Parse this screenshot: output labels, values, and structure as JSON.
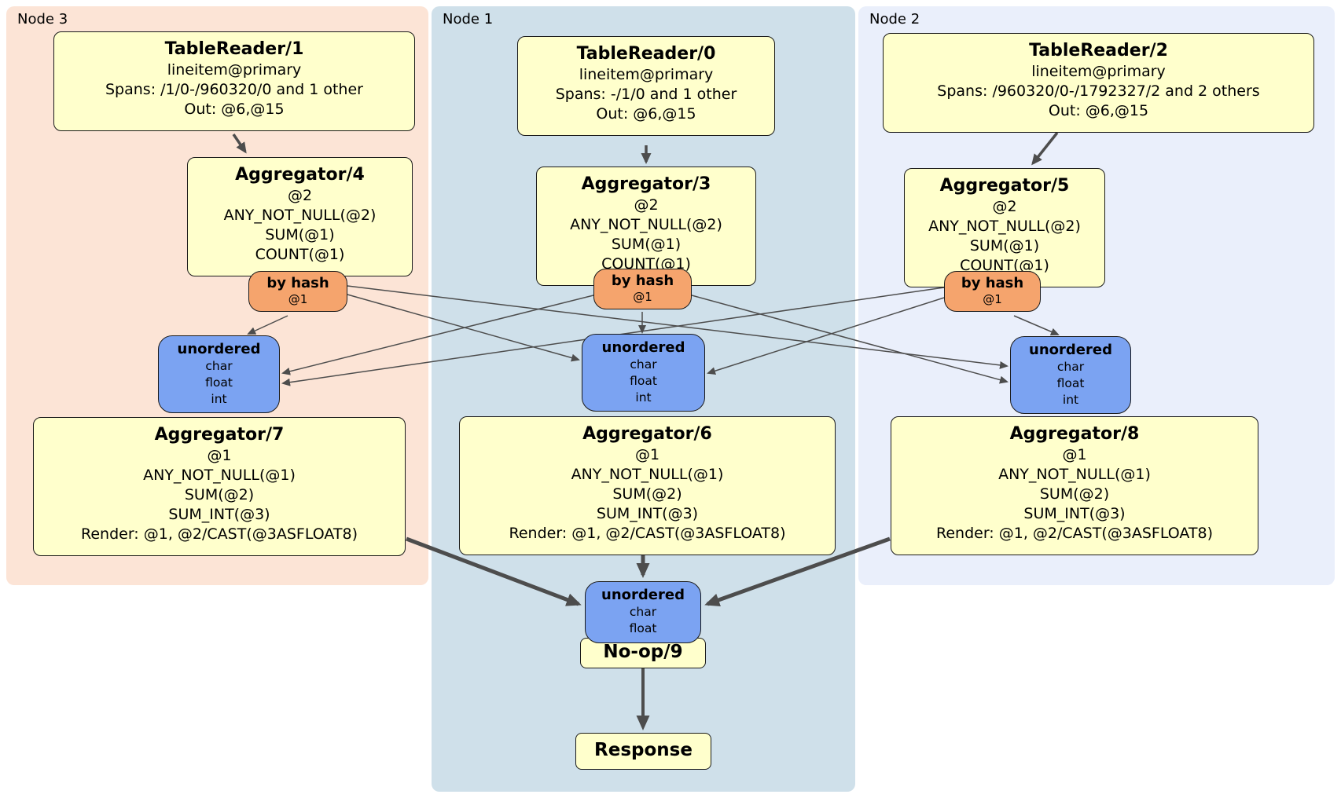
{
  "colors": {
    "node3_bg": "#fce4d6",
    "node1_bg": "#cfe0ea",
    "node2_bg": "#eaeffb",
    "proc_bg": "#ffffcc",
    "router_bg": "#f5a46d",
    "sync_bg": "#7ba3f2",
    "edge": "#4d4d4d"
  },
  "regions": [
    {
      "label": "Node 3"
    },
    {
      "label": "Node 1"
    },
    {
      "label": "Node 2"
    }
  ],
  "node3": {
    "table_reader": {
      "title": "TableReader/1",
      "index": "lineitem@primary",
      "spans": "Spans: /1/0-/960320/0 and 1 other",
      "out": "Out: @6,@15"
    },
    "aggregator_top": {
      "title": "Aggregator/4",
      "lines": [
        "@2",
        "ANY_NOT_NULL(@2)",
        "SUM(@1)",
        "COUNT(@1)"
      ]
    },
    "router": {
      "title": "by hash",
      "key": "@1"
    },
    "sync": {
      "title": "unordered",
      "lines": [
        "char",
        "float",
        "int"
      ]
    },
    "aggregator_bottom": {
      "title": "Aggregator/7",
      "lines": [
        "@1",
        "ANY_NOT_NULL(@1)",
        "SUM(@2)",
        "SUM_INT(@3)",
        "Render: @1, @2/CAST(@3ASFLOAT8)"
      ]
    }
  },
  "node1": {
    "table_reader": {
      "title": "TableReader/0",
      "index": "lineitem@primary",
      "spans": "Spans: -/1/0 and 1 other",
      "out": "Out: @6,@15"
    },
    "aggregator_top": {
      "title": "Aggregator/3",
      "lines": [
        "@2",
        "ANY_NOT_NULL(@2)",
        "SUM(@1)",
        "COUNT(@1)"
      ]
    },
    "router": {
      "title": "by hash",
      "key": "@1"
    },
    "sync": {
      "title": "unordered",
      "lines": [
        "char",
        "float",
        "int"
      ]
    },
    "aggregator_bottom": {
      "title": "Aggregator/6",
      "lines": [
        "@1",
        "ANY_NOT_NULL(@1)",
        "SUM(@2)",
        "SUM_INT(@3)",
        "Render: @1, @2/CAST(@3ASFLOAT8)"
      ]
    }
  },
  "node2": {
    "table_reader": {
      "title": "TableReader/2",
      "index": "lineitem@primary",
      "spans": "Spans: /960320/0-/1792327/2 and 2 others",
      "out": "Out: @6,@15"
    },
    "aggregator_top": {
      "title": "Aggregator/5",
      "lines": [
        "@2",
        "ANY_NOT_NULL(@2)",
        "SUM(@1)",
        "COUNT(@1)"
      ]
    },
    "router": {
      "title": "by hash",
      "key": "@1"
    },
    "sync": {
      "title": "unordered",
      "lines": [
        "char",
        "float",
        "int"
      ]
    },
    "aggregator_bottom": {
      "title": "Aggregator/8",
      "lines": [
        "@1",
        "ANY_NOT_NULL(@1)",
        "SUM(@2)",
        "SUM_INT(@3)",
        "Render: @1, @2/CAST(@3ASFLOAT8)"
      ]
    }
  },
  "final": {
    "sync": {
      "title": "unordered",
      "lines": [
        "char",
        "float"
      ]
    },
    "noop": {
      "title": "No-op/9"
    },
    "response": {
      "title": "Response"
    }
  }
}
